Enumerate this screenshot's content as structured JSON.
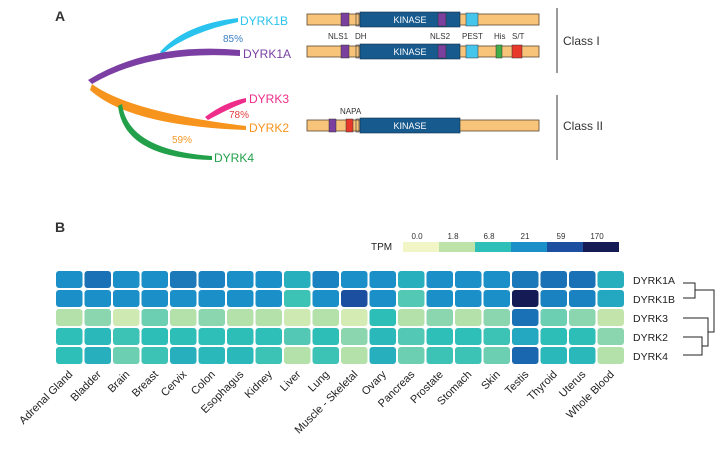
{
  "panel_a": {
    "label": "A",
    "genes": [
      {
        "name": "DYRK1B",
        "color": "#29c3ee"
      },
      {
        "name": "DYRK1A",
        "color": "#7b3fa3"
      },
      {
        "name": "DYRK3",
        "color": "#ee2d8a"
      },
      {
        "name": "DYRK2",
        "color": "#f7941d"
      },
      {
        "name": "DYRK4",
        "color": "#22a04a"
      }
    ],
    "identities": [
      {
        "text": "85%",
        "color": "#3a7fc4"
      },
      {
        "text": "78%",
        "color": "#e23c3c"
      },
      {
        "text": "59%",
        "color": "#f39a2b"
      }
    ],
    "class_labels": [
      "Class I",
      "Class II"
    ],
    "domain_labels": {
      "nls1": "NLS1",
      "dh": "DH",
      "nls2": "NLS2",
      "pest": "PEST",
      "his": "His",
      "st": "S/T",
      "napa": "NAPA"
    },
    "kinase_label": "KINASE",
    "domain_colors": {
      "bar": "#f8c47a",
      "kinase": "#175a8e",
      "nls": "#7b3f9e",
      "pest": "#45c4ec",
      "his": "#41ad49",
      "st": "#e8382a",
      "napa": "#e8382a"
    }
  },
  "panel_b": {
    "label": "B",
    "legend_title": "TPM",
    "legend_ticks": [
      "0.0",
      "1.8",
      "6.8",
      "21",
      "59",
      "170"
    ],
    "legend_colors": [
      "#f2f5c5",
      "#bde3a8",
      "#2ebfb8",
      "#1a8fc8",
      "#1c4fa0",
      "#141b55"
    ]
  },
  "chart_data": {
    "type": "heatmap",
    "title": "",
    "color_scale_label": "TPM",
    "rows": [
      "DYRK1A",
      "DYRK1B",
      "DYRK3",
      "DYRK2",
      "DYRK4"
    ],
    "columns": [
      "Adrenal Gland",
      "Bladder",
      "Brain",
      "Breast",
      "Cervix",
      "Colon",
      "Esophagus",
      "Kidney",
      "Liver",
      "Lung",
      "Muscle - Skeletal",
      "Ovary",
      "Pancreas",
      "Prostate",
      "Stomach",
      "Skin",
      "Testis",
      "Thyroid",
      "Uterus",
      "Whole Blood"
    ],
    "values": [
      [
        21,
        34,
        21,
        21,
        30,
        26,
        21,
        21,
        10,
        26,
        21,
        21,
        10,
        21,
        21,
        21,
        30,
        34,
        34,
        10
      ],
      [
        21,
        21,
        21,
        21,
        21,
        21,
        21,
        21,
        6,
        21,
        59,
        21,
        5,
        21,
        21,
        21,
        170,
        26,
        26,
        12
      ],
      [
        2,
        3,
        1,
        4,
        2,
        3,
        2,
        2,
        1,
        2,
        0.8,
        7,
        2,
        3,
        2,
        3,
        34,
        4,
        3,
        1.5
      ],
      [
        6.8,
        8,
        6,
        7,
        7,
        6.8,
        7,
        6.8,
        5,
        7,
        3,
        8,
        5,
        6.8,
        6.8,
        6,
        12,
        7,
        7,
        3
      ],
      [
        6.8,
        10,
        4,
        6,
        10,
        8,
        8,
        6,
        2,
        6,
        2,
        10,
        4,
        6,
        6,
        4,
        40,
        8,
        8,
        2
      ]
    ],
    "dendrogram": "((DYRK1A,DYRK1B),(DYRK3,(DYRK2,DYRK4)))"
  }
}
